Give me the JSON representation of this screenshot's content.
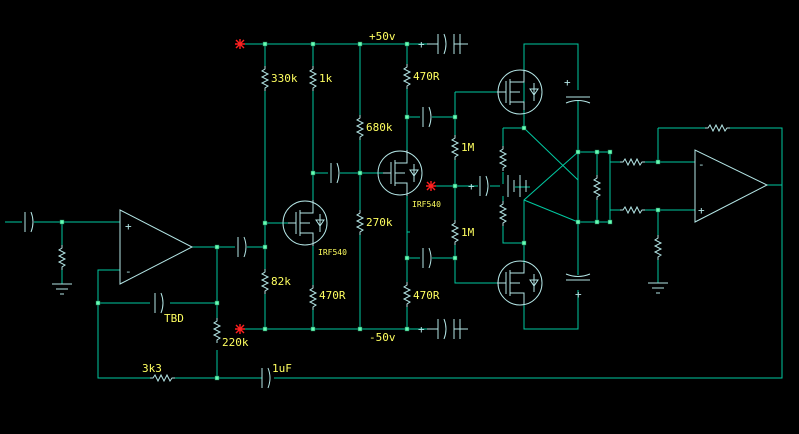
{
  "schematic": {
    "labels": {
      "supply_pos": "+50v",
      "supply_neg": "-50v",
      "r_330k": "330k",
      "r_1k": "1k",
      "r_82k": "82k",
      "r_470r_left": "470R",
      "r_680k": "680k",
      "r_270k": "270k",
      "q_irf540_left": "IRF540",
      "q_irf540_mid": "IRF540",
      "r_470r_top": "470R",
      "r_470r_bottom": "470R",
      "r_1m_top": "1M",
      "r_1m_bottom": "1M",
      "c_tbd": "TBD",
      "r_220k": "220k",
      "r_3k3": "3k3",
      "c_1uf": "1uF"
    },
    "colors": {
      "background": "#000000",
      "wire": "#00c8a0",
      "component": "#b4e6e6",
      "junction": "#64ffb4",
      "label": "#ffff60",
      "marker": "#ff2020"
    }
  }
}
